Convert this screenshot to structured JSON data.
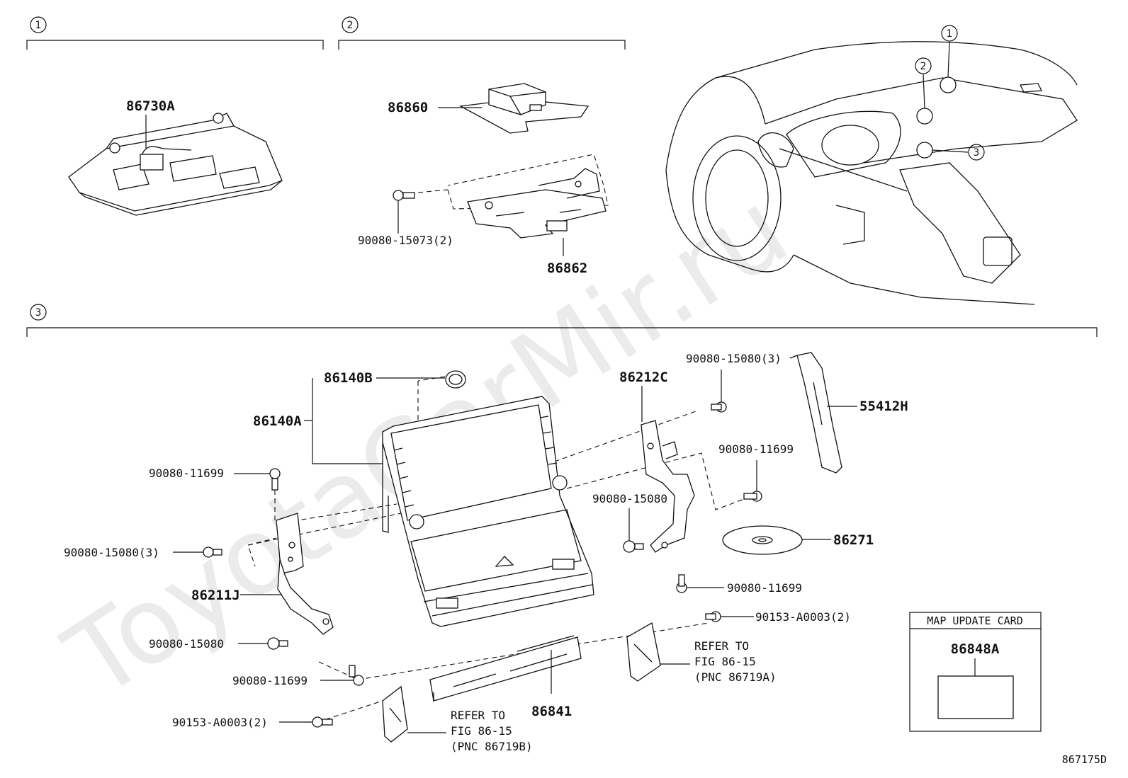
{
  "sections": [
    {
      "number": "1"
    },
    {
      "number": "2"
    },
    {
      "number": "3"
    }
  ],
  "callouts": [
    "1",
    "2",
    "3"
  ],
  "section1": {
    "parts": [
      "86730A"
    ]
  },
  "section2": {
    "parts": [
      "86860",
      "90080-15073(2)",
      "86862"
    ]
  },
  "section3": {
    "parts": {
      "p86140B": "86140B",
      "p86140A": "86140A",
      "p86212C": "86212C",
      "p55412H": "55412H",
      "p86271": "86271",
      "p86211J": "86211J",
      "p86841": "86841",
      "b_15080_3_top": "90080-15080(3)",
      "b_11699_left": "90080-11699",
      "b_11699_right": "90080-11699",
      "b_15080_right": "90080-15080",
      "b_15080_3_left": "90080-15080(3)",
      "b_11699_right_low": "90080-11699",
      "b_A0003_right": "90153-A0003(2)",
      "b_15080_left": "90080-15080",
      "b_11699_left_low": "90080-11699",
      "b_A0003_left": "90153-A0003(2)"
    },
    "refer_right": [
      "REFER TO",
      "FIG 86-15",
      "(PNC 86719A)"
    ],
    "refer_left": [
      "REFER TO",
      "FIG 86-15",
      "(PNC 86719B)"
    ]
  },
  "map_card": {
    "title": "MAP UPDATE CARD",
    "part": "86848A"
  },
  "diagram_id": "867175D",
  "watermark": "ToyotaCarMir.ru"
}
